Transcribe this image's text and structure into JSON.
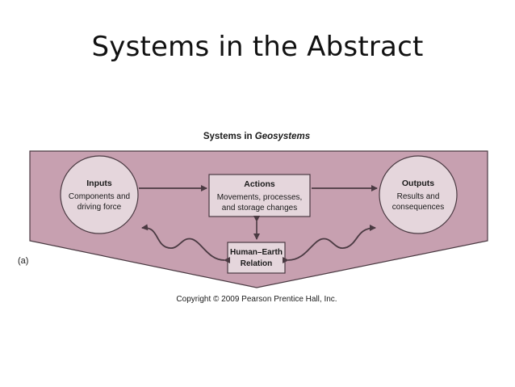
{
  "slide": {
    "title": "Systems in the Abstract"
  },
  "figure": {
    "header_prefix": "Systems in ",
    "header_italic": "Geosystems",
    "panel_label": "(a)",
    "copyright": "Copyright © 2009 Pearson Prentice Hall, Inc.",
    "colors": {
      "panel_fill": "#c7a0b0",
      "panel_stroke": "#4a3a42",
      "circle_fill": "#e5d6dc",
      "box_fill": "#e5d6dc",
      "text": "#1a1a1a"
    },
    "inputs": {
      "title": "Inputs",
      "line1": "Components and",
      "line2": "driving force"
    },
    "actions": {
      "title": "Actions",
      "line1": "Movements, processes,",
      "line2": "and storage changes"
    },
    "outputs": {
      "title": "Outputs",
      "line1": "Results and",
      "line2": "consequences"
    },
    "relation": {
      "line1": "Human–Earth",
      "line2": "Relation"
    }
  }
}
